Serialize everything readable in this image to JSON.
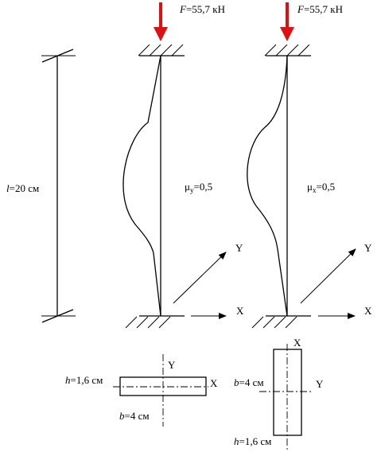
{
  "left_column": {
    "force_symbol": "F",
    "force_value": "=55,7 кН",
    "mu_symbol": "μ",
    "mu_subscript": "y",
    "mu_value": "=0,5",
    "axis_y": "Y",
    "axis_x": "X"
  },
  "right_column": {
    "force_symbol": "F",
    "force_value": "=55,7 кН",
    "mu_symbol": "μ",
    "mu_subscript": "x",
    "mu_value": "=0,5",
    "axis_y": "Y",
    "axis_x": "X"
  },
  "length_dimension": {
    "symbol": "l",
    "value": "=20 см"
  },
  "section_left": {
    "h_symbol": "h",
    "h_value": "=1,6 см",
    "b_symbol": "b",
    "b_value": "=4 см",
    "axis_y": "Y",
    "axis_x": "X"
  },
  "section_right": {
    "b_symbol": "b",
    "b_value": "=4 см",
    "h_symbol": "h",
    "h_value": "=1,6 см",
    "axis_y": "Y",
    "axis_x": "X"
  },
  "colors": {
    "force_arrow": "#e01010",
    "lines": "#000000"
  }
}
